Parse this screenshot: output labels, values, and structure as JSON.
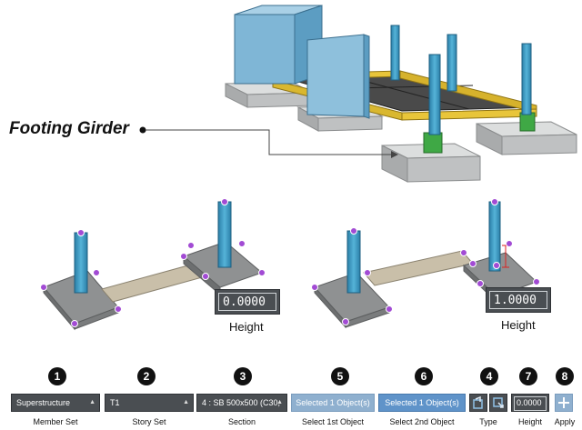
{
  "callout": {
    "label": "Footing Girder"
  },
  "left_view": {
    "height_value": "0.0000",
    "height_label": "Height"
  },
  "right_view": {
    "height_value": "1.0000",
    "height_label": "Height"
  },
  "toolbar": {
    "steps": [
      "1",
      "2",
      "3",
      "5",
      "6",
      "4",
      "7",
      "8"
    ],
    "member_set": {
      "value": "Superstructure",
      "label": "Member Set"
    },
    "story_set": {
      "value": "T1",
      "label": "Story Set"
    },
    "section": {
      "value": "4 : SB 500x500 (C30,",
      "label": "Section"
    },
    "select_first": {
      "value": "Selected 1 Object(s)",
      "label": "Select 1st Object"
    },
    "select_second": {
      "value": "Selected 1 Object(s)",
      "label": "Select 2nd Object"
    },
    "type": {
      "label": "Type"
    },
    "height": {
      "value": "0.0000",
      "label": "Height"
    },
    "apply": {
      "label": "Apply"
    }
  },
  "colors": {
    "column": "#3e9bc4",
    "beam": "#e8c53a",
    "footing": "#c9cbcc",
    "node": "#a24bd4",
    "panel": "#4a4e52",
    "selected": "#5f93c9"
  },
  "icons": [
    "type-a-icon",
    "type-b-icon",
    "apply-icon"
  ]
}
